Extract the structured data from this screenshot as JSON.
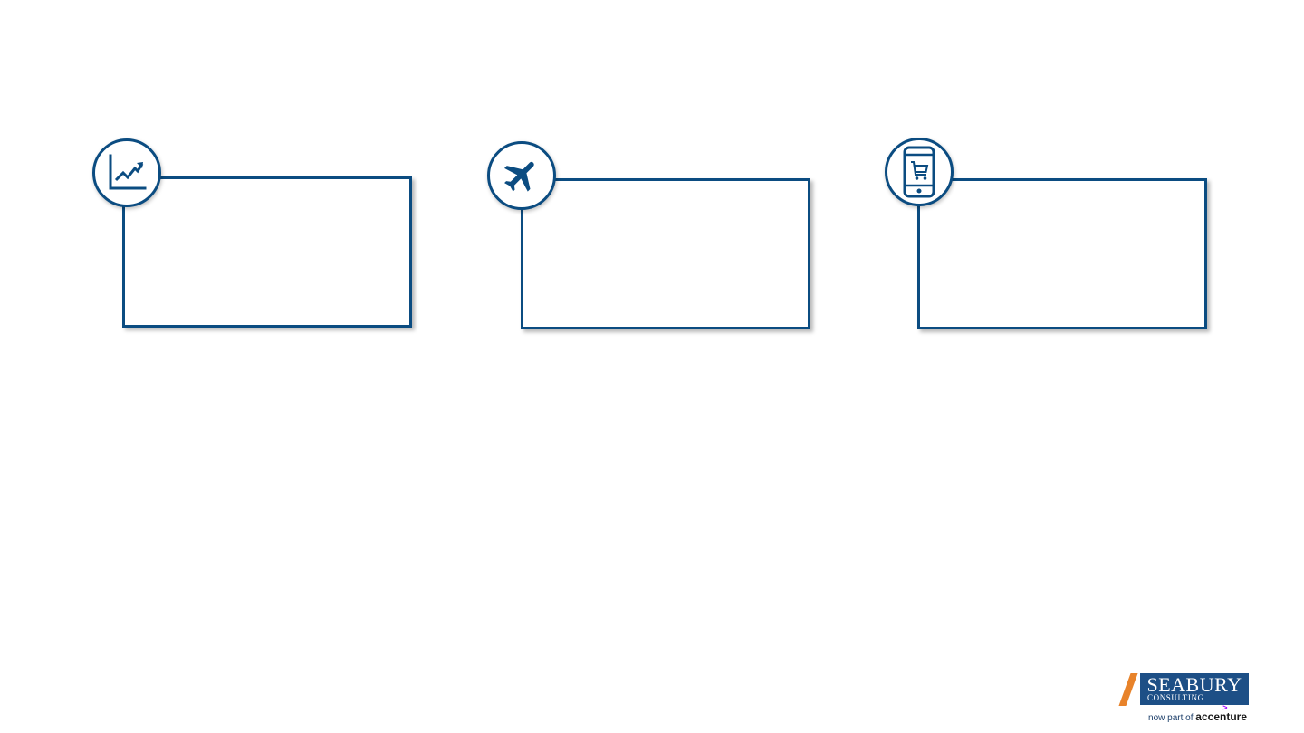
{
  "cards": [
    {
      "name": "growth",
      "icon": "line-chart-growth-icon"
    },
    {
      "name": "aviation",
      "icon": "airplane-icon"
    },
    {
      "name": "ecommerce",
      "icon": "mobile-shopping-cart-icon"
    }
  ],
  "colors": {
    "primary": "#0b4c81",
    "logo_blue": "#1d4f86",
    "logo_orange": "#e8832a",
    "accenture_purple": "#a100ff"
  },
  "logo": {
    "wordmark": "SEABURY",
    "subtitle": "CONSULTING",
    "tagline_prefix": "now part of",
    "tagline_brand": "accenture"
  }
}
